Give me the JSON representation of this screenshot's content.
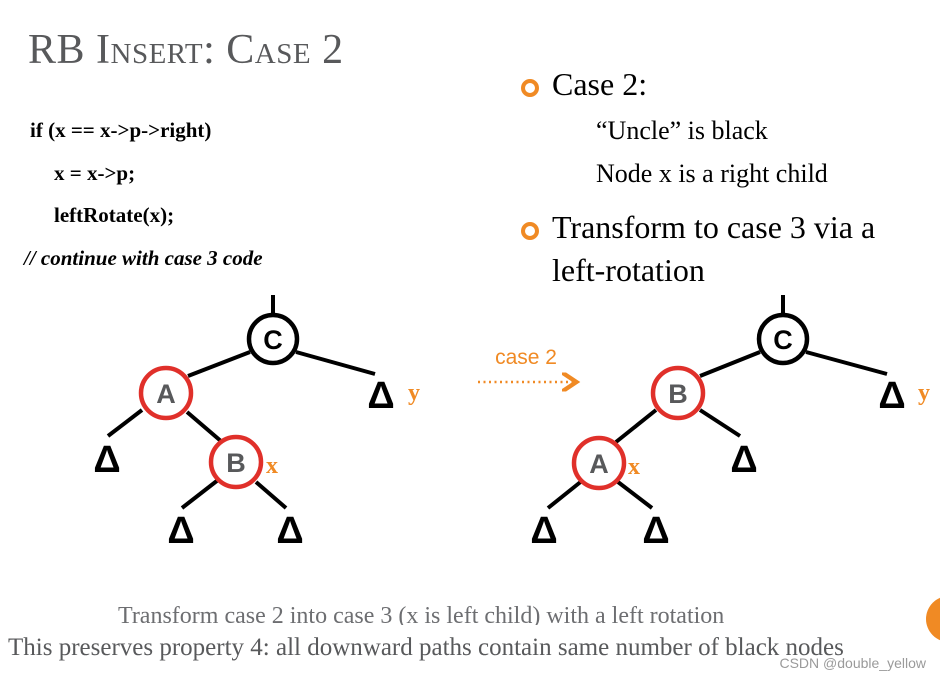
{
  "slide": {
    "title": "RB Insert: Case 2",
    "code": {
      "line1": "if (x == x->p->right)",
      "line2": "x = x->p;",
      "line3": "leftRotate(x);",
      "comment": "// continue with case 3 code"
    },
    "bullets": [
      {
        "text": "Case 2:",
        "subs": [
          "“Uncle” is black",
          "Node x is a right child"
        ]
      },
      {
        "line1": "Transform to case 3 via a",
        "line2": "left-rotation"
      }
    ],
    "caption1": "Transform case 2 into case 3 (x is left child) with a left rotation",
    "caption2": "This preserves property 4: all downward paths contain same number of black nodes",
    "watermark": "CSDN @double_yellow"
  },
  "diagram": {
    "left_tree": {
      "root": "C",
      "left": "A",
      "right_child": "B",
      "x_label": "x",
      "y_label": "y"
    },
    "arrow_label": "case 2",
    "right_tree": {
      "root": "C",
      "left": "B",
      "left_left": "A",
      "x_label": "x",
      "y_label": "y"
    },
    "subtree_glyph": "Δ"
  },
  "colors": {
    "accent_orange": "#f08a24",
    "red_node_border": "#e0302a",
    "title_gray": "#58595b"
  }
}
